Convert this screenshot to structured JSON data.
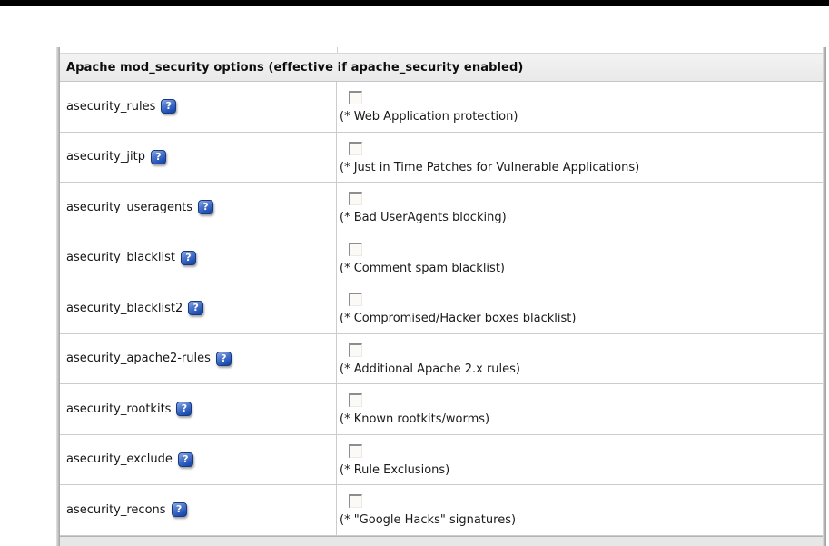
{
  "page": {
    "top_bar_color": "#000000",
    "background_color": "#ffffff"
  },
  "table": {
    "header": "Apache mod_security options (effective if apache_security enabled)",
    "help_icon": {
      "glyph": "?",
      "color": "#2a5ec4"
    },
    "checkbox_state": "unchecked",
    "colors": {
      "header_bg": "#ececec",
      "row_divider": "#cccccc",
      "outer_border": "#a2a2a2"
    },
    "rows": [
      {
        "name": "asecurity_rules",
        "checked": false,
        "desc": "(* Web Application protection)"
      },
      {
        "name": "asecurity_jitp",
        "checked": false,
        "desc": "(* Just in Time Patches for Vulnerable Applications)"
      },
      {
        "name": "asecurity_useragents",
        "checked": false,
        "desc": "(* Bad UserAgents blocking)"
      },
      {
        "name": "asecurity_blacklist",
        "checked": false,
        "desc": "(* Comment spam blacklist)"
      },
      {
        "name": "asecurity_blacklist2",
        "checked": false,
        "desc": "(* Compromised/Hacker boxes blacklist)"
      },
      {
        "name": "asecurity_apache2-rules",
        "checked": false,
        "desc": "(* Additional Apache 2.x rules)"
      },
      {
        "name": "asecurity_rootkits",
        "checked": false,
        "desc": "(* Known rootkits/worms)"
      },
      {
        "name": "asecurity_exclude",
        "checked": false,
        "desc": "(* Rule Exclusions)"
      },
      {
        "name": "asecurity_recons",
        "checked": false,
        "desc": "(* \"Google Hacks\" signatures)"
      }
    ]
  }
}
